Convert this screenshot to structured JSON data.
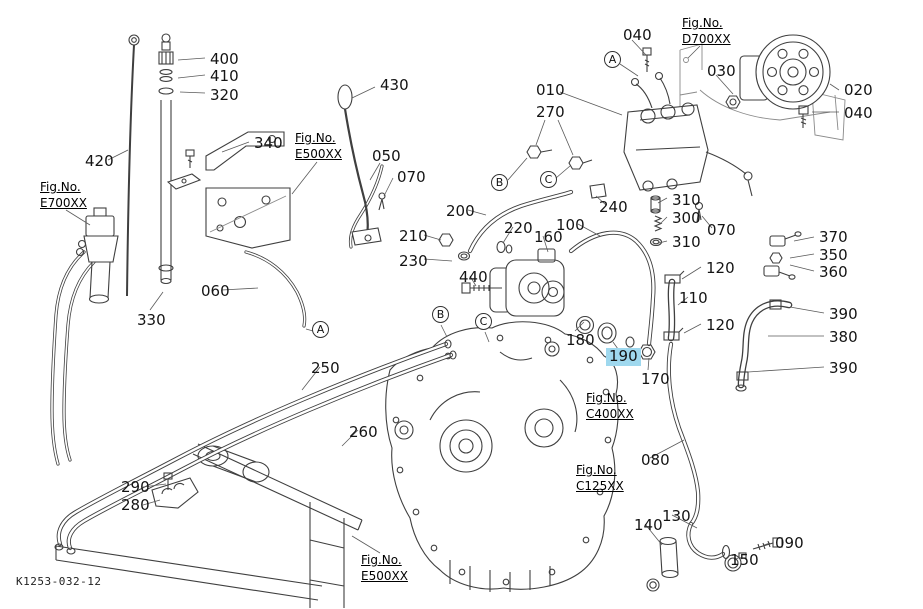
{
  "drawing": {
    "code": "K1253-032-12",
    "highlighted_part": "190",
    "highlight_color": "#9fd8ee",
    "line_color": "#3f3f3f",
    "background": "#ffffff"
  },
  "labels": [
    {
      "text": "400"
    },
    {
      "text": "410"
    },
    {
      "text": "320"
    },
    {
      "text": "430"
    },
    {
      "text": "340"
    },
    {
      "text": "050"
    },
    {
      "text": "070"
    },
    {
      "text": "420"
    },
    {
      "text": "040"
    },
    {
      "text": "030"
    },
    {
      "text": "020"
    },
    {
      "text": "040"
    },
    {
      "text": "010"
    },
    {
      "text": "270"
    },
    {
      "text": "240"
    },
    {
      "text": "310"
    },
    {
      "text": "300"
    },
    {
      "text": "070"
    },
    {
      "text": "310"
    },
    {
      "text": "200"
    },
    {
      "text": "210"
    },
    {
      "text": "220"
    },
    {
      "text": "160"
    },
    {
      "text": "100"
    },
    {
      "text": "230"
    },
    {
      "text": "440"
    },
    {
      "text": "370"
    },
    {
      "text": "350"
    },
    {
      "text": "360"
    },
    {
      "text": "120"
    },
    {
      "text": "110"
    },
    {
      "text": "120"
    },
    {
      "text": "390"
    },
    {
      "text": "380"
    },
    {
      "text": "390"
    },
    {
      "text": "060"
    },
    {
      "text": "330"
    },
    {
      "text": "180"
    },
    {
      "text": "190"
    },
    {
      "text": "170"
    },
    {
      "text": "250"
    },
    {
      "text": "260"
    },
    {
      "text": "080"
    },
    {
      "text": "290"
    },
    {
      "text": "280"
    },
    {
      "text": "130"
    },
    {
      "text": "140"
    },
    {
      "text": "090"
    },
    {
      "text": "150"
    }
  ],
  "fig_refs": [
    {
      "label": "Fig.No.",
      "code": "E500XX"
    },
    {
      "label": "Fig.No.",
      "code": "E700XX"
    },
    {
      "label": "Fig.No.",
      "code": "D700XX"
    },
    {
      "label": "Fig.No.",
      "code": "C400XX"
    },
    {
      "label": "Fig.No.",
      "code": "C125XX"
    },
    {
      "label": "Fig.No.",
      "code": "E500XX"
    }
  ],
  "callouts": [
    "A",
    "B",
    "C",
    "A",
    "B",
    "C"
  ]
}
